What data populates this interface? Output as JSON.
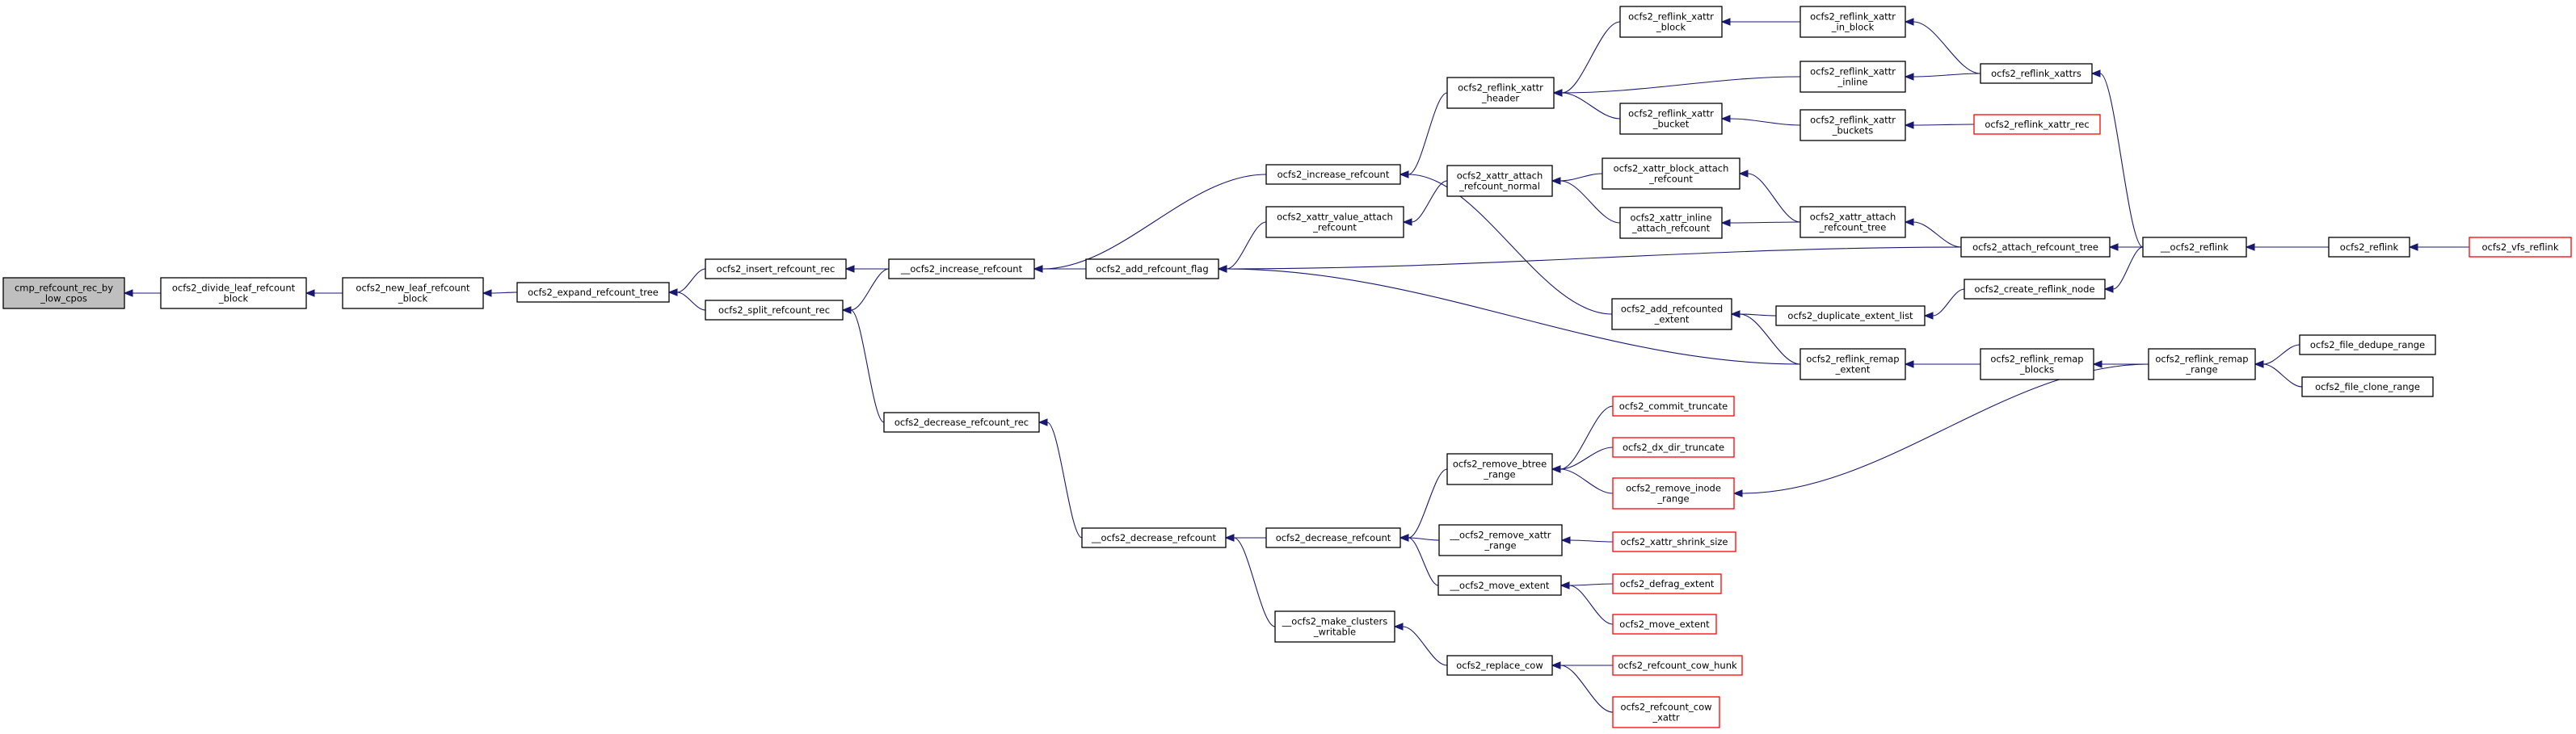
{
  "colors": {
    "node_fill": "#ffffff",
    "node_stroke": "#000000",
    "node_fill_current": "#bfbfbf",
    "node_stroke_truncated": "#ff0000",
    "edge": "#191970",
    "text": "#000000"
  },
  "nodes": [
    {
      "id": "cmp_refcount_rec_by_low_cpos",
      "lines": [
        "cmp_refcount_rec_by",
        "_low_cpos"
      ],
      "current": true
    },
    {
      "id": "ocfs2_divide_leaf_refcount_block",
      "lines": [
        "ocfs2_divide_leaf_refcount",
        "_block"
      ]
    },
    {
      "id": "ocfs2_new_leaf_refcount_block",
      "lines": [
        "ocfs2_new_leaf_refcount",
        "_block"
      ]
    },
    {
      "id": "ocfs2_expand_refcount_tree",
      "lines": [
        "ocfs2_expand_refcount_tree"
      ]
    },
    {
      "id": "ocfs2_insert_refcount_rec",
      "lines": [
        "ocfs2_insert_refcount_rec"
      ]
    },
    {
      "id": "ocfs2_split_refcount_rec",
      "lines": [
        "ocfs2_split_refcount_rec"
      ]
    },
    {
      "id": "__ocfs2_increase_refcount",
      "lines": [
        "__ocfs2_increase_refcount"
      ]
    },
    {
      "id": "ocfs2_decrease_refcount_rec",
      "lines": [
        "ocfs2_decrease_refcount_rec"
      ]
    },
    {
      "id": "ocfs2_increase_refcount",
      "lines": [
        "ocfs2_increase_refcount"
      ]
    },
    {
      "id": "ocfs2_xattr_value_attach_refcount",
      "lines": [
        "ocfs2_xattr_value_attach",
        "_refcount"
      ]
    },
    {
      "id": "ocfs2_add_refcount_flag",
      "lines": [
        "ocfs2_add_refcount_flag"
      ]
    },
    {
      "id": "__ocfs2_decrease_refcount",
      "lines": [
        "__ocfs2_decrease_refcount"
      ]
    },
    {
      "id": "ocfs2_make_clusters_writable",
      "lines": [
        "__ocfs2_make_clusters",
        "_writable"
      ]
    },
    {
      "id": "ocfs2_decrease_refcount",
      "lines": [
        "ocfs2_decrease_refcount"
      ]
    },
    {
      "id": "ocfs2_replace_cow",
      "lines": [
        "ocfs2_replace_cow"
      ]
    },
    {
      "id": "ocfs2_reflink_xattr_header",
      "lines": [
        "ocfs2_reflink_xattr",
        "_header"
      ]
    },
    {
      "id": "ocfs2_xattr_attach_refcount_normal",
      "lines": [
        "ocfs2_xattr_attach",
        "_refcount_normal"
      ]
    },
    {
      "id": "ocfs2_add_refcounted_extent",
      "lines": [
        "ocfs2_add_refcounted",
        "_extent"
      ]
    },
    {
      "id": "ocfs2_remove_btree_range",
      "lines": [
        "ocfs2_remove_btree",
        "_range"
      ]
    },
    {
      "id": "__ocfs2_remove_xattr_range",
      "lines": [
        "__ocfs2_remove_xattr",
        "_range"
      ]
    },
    {
      "id": "__ocfs2_move_extent",
      "lines": [
        "__ocfs2_move_extent"
      ]
    },
    {
      "id": "ocfs2_reflink_xattr_block",
      "lines": [
        "ocfs2_reflink_xattr",
        "_block"
      ]
    },
    {
      "id": "ocfs2_reflink_xattr_bucket",
      "lines": [
        "ocfs2_reflink_xattr",
        "_bucket"
      ]
    },
    {
      "id": "ocfs2_xattr_block_attach_refcount",
      "lines": [
        "ocfs2_xattr_block_attach",
        "_refcount"
      ]
    },
    {
      "id": "ocfs2_xattr_inline_attach_refcount",
      "lines": [
        "ocfs2_xattr_inline",
        "_attach_refcount"
      ]
    },
    {
      "id": "ocfs2_commit_truncate",
      "lines": [
        "ocfs2_commit_truncate"
      ],
      "truncated": true
    },
    {
      "id": "ocfs2_dx_dir_truncate",
      "lines": [
        "ocfs2_dx_dir_truncate"
      ],
      "truncated": true
    },
    {
      "id": "ocfs2_remove_inode_range",
      "lines": [
        "ocfs2_remove_inode",
        "_range"
      ],
      "truncated": true
    },
    {
      "id": "ocfs2_xattr_shrink_size",
      "lines": [
        "ocfs2_xattr_shrink_size"
      ],
      "truncated": true
    },
    {
      "id": "ocfs2_defrag_extent",
      "lines": [
        "ocfs2_defrag_extent"
      ],
      "truncated": true
    },
    {
      "id": "ocfs2_move_extent",
      "lines": [
        "ocfs2_move_extent"
      ],
      "truncated": true
    },
    {
      "id": "ocfs2_refcount_cow_hunk",
      "lines": [
        "ocfs2_refcount_cow_hunk"
      ],
      "truncated": true
    },
    {
      "id": "ocfs2_refcount_cow_xattr",
      "lines": [
        "ocfs2_refcount_cow",
        "_xattr"
      ],
      "truncated": true
    },
    {
      "id": "ocfs2_reflink_xattr_in_block",
      "lines": [
        "ocfs2_reflink_xattr",
        "_in_block"
      ]
    },
    {
      "id": "ocfs2_reflink_xattr_inline",
      "lines": [
        "ocfs2_reflink_xattr",
        "_inline"
      ]
    },
    {
      "id": "ocfs2_reflink_xattr_buckets",
      "lines": [
        "ocfs2_reflink_xattr",
        "_buckets"
      ]
    },
    {
      "id": "ocfs2_xattr_attach_refcount_tree",
      "lines": [
        "ocfs2_xattr_attach",
        "_refcount_tree"
      ]
    },
    {
      "id": "ocfs2_duplicate_extent_list",
      "lines": [
        "ocfs2_duplicate_extent_list"
      ]
    },
    {
      "id": "ocfs2_reflink_remap_extent",
      "lines": [
        "ocfs2_reflink_remap",
        "_extent"
      ]
    },
    {
      "id": "ocfs2_reflink_xattrs",
      "lines": [
        "ocfs2_reflink_xattrs"
      ]
    },
    {
      "id": "ocfs2_reflink_xattr_rec",
      "lines": [
        "ocfs2_reflink_xattr_rec"
      ],
      "truncated": true
    },
    {
      "id": "ocfs2_attach_refcount_tree",
      "lines": [
        "ocfs2_attach_refcount_tree"
      ]
    },
    {
      "id": "ocfs2_create_reflink_node",
      "lines": [
        "ocfs2_create_reflink_node"
      ]
    },
    {
      "id": "ocfs2_reflink_remap_blocks",
      "lines": [
        "ocfs2_reflink_remap",
        "_blocks"
      ]
    },
    {
      "id": "__ocfs2_reflink",
      "lines": [
        "__ocfs2_reflink"
      ]
    },
    {
      "id": "ocfs2_reflink_remap_range",
      "lines": [
        "ocfs2_reflink_remap",
        "_range"
      ]
    },
    {
      "id": "ocfs2_reflink",
      "lines": [
        "ocfs2_reflink"
      ]
    },
    {
      "id": "ocfs2_file_dedupe_range",
      "lines": [
        "ocfs2_file_dedupe_range"
      ]
    },
    {
      "id": "ocfs2_file_clone_range",
      "lines": [
        "ocfs2_file_clone_range"
      ]
    },
    {
      "id": "ocfs2_vfs_reflink",
      "lines": [
        "ocfs2_vfs_reflink"
      ],
      "truncated": true
    }
  ],
  "edges": [
    [
      "ocfs2_divide_leaf_refcount_block",
      "cmp_refcount_rec_by_low_cpos"
    ],
    [
      "ocfs2_new_leaf_refcount_block",
      "ocfs2_divide_leaf_refcount_block"
    ],
    [
      "ocfs2_expand_refcount_tree",
      "ocfs2_new_leaf_refcount_block"
    ],
    [
      "ocfs2_insert_refcount_rec",
      "ocfs2_expand_refcount_tree"
    ],
    [
      "ocfs2_split_refcount_rec",
      "ocfs2_expand_refcount_tree"
    ],
    [
      "__ocfs2_increase_refcount",
      "ocfs2_insert_refcount_rec"
    ],
    [
      "__ocfs2_increase_refcount",
      "ocfs2_split_refcount_rec"
    ],
    [
      "ocfs2_decrease_refcount_rec",
      "ocfs2_split_refcount_rec"
    ],
    [
      "ocfs2_increase_refcount",
      "__ocfs2_increase_refcount"
    ],
    [
      "ocfs2_add_refcount_flag",
      "__ocfs2_increase_refcount"
    ],
    [
      "__ocfs2_decrease_refcount",
      "ocfs2_decrease_refcount_rec"
    ],
    [
      "ocfs2_reflink_xattr_header",
      "ocfs2_increase_refcount"
    ],
    [
      "ocfs2_add_refcounted_extent",
      "ocfs2_increase_refcount"
    ],
    [
      "ocfs2_xattr_value_attach_refcount",
      "ocfs2_add_refcount_flag"
    ],
    [
      "ocfs2_attach_refcount_tree",
      "ocfs2_add_refcount_flag"
    ],
    [
      "ocfs2_reflink_remap_extent",
      "ocfs2_add_refcount_flag"
    ],
    [
      "ocfs2_xattr_attach_refcount_normal",
      "ocfs2_xattr_value_attach_refcount"
    ],
    [
      "ocfs2_decrease_refcount",
      "__ocfs2_decrease_refcount"
    ],
    [
      "ocfs2_make_clusters_writable",
      "__ocfs2_decrease_refcount"
    ],
    [
      "ocfs2_replace_cow",
      "ocfs2_make_clusters_writable"
    ],
    [
      "ocfs2_remove_btree_range",
      "ocfs2_decrease_refcount"
    ],
    [
      "__ocfs2_remove_xattr_range",
      "ocfs2_decrease_refcount"
    ],
    [
      "__ocfs2_move_extent",
      "ocfs2_decrease_refcount"
    ],
    [
      "ocfs2_refcount_cow_hunk",
      "ocfs2_replace_cow"
    ],
    [
      "ocfs2_refcount_cow_xattr",
      "ocfs2_replace_cow"
    ],
    [
      "ocfs2_reflink_xattr_block",
      "ocfs2_reflink_xattr_header"
    ],
    [
      "ocfs2_reflink_xattr_inline",
      "ocfs2_reflink_xattr_header"
    ],
    [
      "ocfs2_reflink_xattr_bucket",
      "ocfs2_reflink_xattr_header"
    ],
    [
      "ocfs2_xattr_block_attach_refcount",
      "ocfs2_xattr_attach_refcount_normal"
    ],
    [
      "ocfs2_xattr_inline_attach_refcount",
      "ocfs2_xattr_attach_refcount_normal"
    ],
    [
      "ocfs2_duplicate_extent_list",
      "ocfs2_add_refcounted_extent"
    ],
    [
      "ocfs2_reflink_remap_extent",
      "ocfs2_add_refcounted_extent"
    ],
    [
      "ocfs2_commit_truncate",
      "ocfs2_remove_btree_range"
    ],
    [
      "ocfs2_dx_dir_truncate",
      "ocfs2_remove_btree_range"
    ],
    [
      "ocfs2_remove_inode_range",
      "ocfs2_remove_btree_range"
    ],
    [
      "ocfs2_xattr_shrink_size",
      "__ocfs2_remove_xattr_range"
    ],
    [
      "ocfs2_defrag_extent",
      "__ocfs2_move_extent"
    ],
    [
      "ocfs2_move_extent",
      "__ocfs2_move_extent"
    ],
    [
      "ocfs2_reflink_xattr_in_block",
      "ocfs2_reflink_xattr_block"
    ],
    [
      "ocfs2_reflink_xattrs",
      "ocfs2_reflink_xattr_inline"
    ],
    [
      "ocfs2_reflink_xattr_buckets",
      "ocfs2_reflink_xattr_bucket"
    ],
    [
      "ocfs2_xattr_attach_refcount_tree",
      "ocfs2_xattr_block_attach_refcount"
    ],
    [
      "ocfs2_xattr_attach_refcount_tree",
      "ocfs2_xattr_inline_attach_refcount"
    ],
    [
      "ocfs2_create_reflink_node",
      "ocfs2_duplicate_extent_list"
    ],
    [
      "ocfs2_reflink_remap_range",
      "ocfs2_remove_inode_range"
    ],
    [
      "ocfs2_reflink_remap_blocks",
      "ocfs2_reflink_remap_extent"
    ],
    [
      "ocfs2_reflink_xattrs",
      "ocfs2_reflink_xattr_in_block"
    ],
    [
      "ocfs2_reflink_xattr_rec",
      "ocfs2_reflink_xattr_buckets"
    ],
    [
      "ocfs2_attach_refcount_tree",
      "ocfs2_xattr_attach_refcount_tree"
    ],
    [
      "__ocfs2_reflink",
      "ocfs2_reflink_xattrs"
    ],
    [
      "__ocfs2_reflink",
      "ocfs2_attach_refcount_tree"
    ],
    [
      "__ocfs2_reflink",
      "ocfs2_create_reflink_node"
    ],
    [
      "ocfs2_reflink_remap_range",
      "ocfs2_reflink_remap_blocks"
    ],
    [
      "ocfs2_reflink",
      "__ocfs2_reflink"
    ],
    [
      "ocfs2_file_dedupe_range",
      "ocfs2_reflink_remap_range"
    ],
    [
      "ocfs2_file_clone_range",
      "ocfs2_reflink_remap_range"
    ],
    [
      "ocfs2_vfs_reflink",
      "ocfs2_reflink"
    ]
  ]
}
